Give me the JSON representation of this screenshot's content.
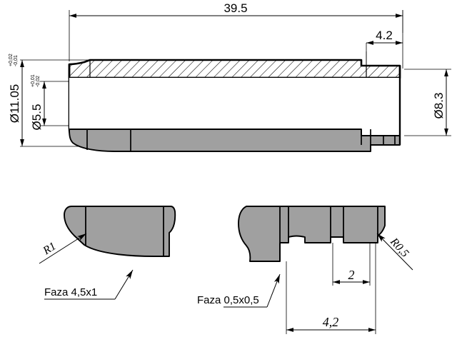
{
  "drawing": {
    "type": "mechanical-part-section-drawing",
    "units": "mm",
    "title": "",
    "colors": {
      "line": "#000000",
      "hatch": "#000000",
      "shaded_fill": "#a0a0a0",
      "background": "#ffffff"
    }
  },
  "main_view": {
    "name": "sectioned-side-view",
    "dimensions": {
      "overall_length": {
        "label": "39.5",
        "orientation": "horizontal",
        "position": "top"
      },
      "step_length": {
        "label": "4.2",
        "orientation": "horizontal",
        "position": "top-right"
      },
      "outer_diameter_flange": {
        "prefix": "Ø",
        "value": "11.05",
        "label": "Ø11.05",
        "tol_upper": "+0,02",
        "tol_lower": "-0,01",
        "orientation": "vertical",
        "position": "left"
      },
      "bore_diameter": {
        "prefix": "Ø",
        "value": "5.5",
        "label": "Ø5.5",
        "tol_upper": "+0,01",
        "tol_lower": "-0,02",
        "orientation": "vertical",
        "position": "left-inner"
      },
      "outer_diameter_body": {
        "prefix": "Ø",
        "value": "8.3",
        "label": "Ø8.3",
        "orientation": "vertical",
        "position": "right"
      }
    }
  },
  "detail_left": {
    "name": "detail-left-chamfer",
    "radius_note": "R1",
    "chamfer_note": "Faza 4,5x1"
  },
  "detail_right": {
    "name": "detail-right-chamfer",
    "radius_note": "R0,5",
    "chamfer_note": "Faza 0,5x0,5",
    "dimensions": {
      "groove_width": {
        "label": "2",
        "orientation": "horizontal"
      },
      "step_total": {
        "label": "4,2",
        "orientation": "horizontal"
      }
    }
  }
}
